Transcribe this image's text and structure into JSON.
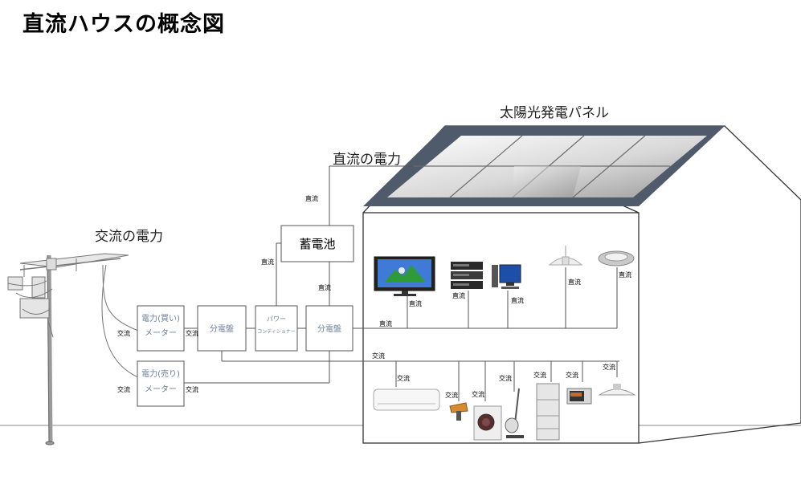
{
  "title": "直流ハウスの概念図",
  "labels": {
    "solar_panel": "太陽光発電パネル",
    "dc_power": "直流の電力",
    "ac_power": "交流の電力",
    "battery": "蓄電池",
    "meter_buy_title": "電力(買い)",
    "meter_buy_sub": "メーター",
    "meter_sell_title": "電力(売り)",
    "meter_sell_sub": "メーター",
    "panel_left": "分電盤",
    "power_conditioner_top": "パワー",
    "power_conditioner_bottom": "コンディショナー",
    "panel_right": "分電盤"
  },
  "wire_tags": {
    "dc": "直流",
    "ac": "交流"
  },
  "colors": {
    "roof": "#4f5b6b",
    "box_text": "#6a7f9a",
    "line": "#555555"
  }
}
